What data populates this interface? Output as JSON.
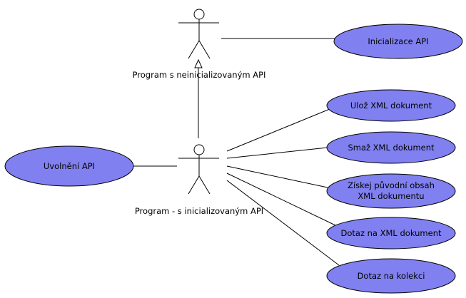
{
  "actors": {
    "uninitialized": {
      "label": "Program s neinicializovaným API"
    },
    "initialized": {
      "label": "Program - s inicializovaným API"
    }
  },
  "use_cases": {
    "init": {
      "lines": [
        "Inicializace API"
      ]
    },
    "release": {
      "lines": [
        "Uvolnění API"
      ]
    },
    "save": {
      "lines": [
        "Ulož XML dokument"
      ]
    },
    "delete": {
      "lines": [
        "Smaž XML dokument"
      ]
    },
    "get_content": {
      "lines": [
        "Získej původní obsah",
        "XML dokumentu"
      ]
    },
    "query_doc": {
      "lines": [
        "Dotaz na XML dokument"
      ]
    },
    "query_coll": {
      "lines": [
        "Dotaz na kolekci"
      ]
    }
  },
  "colors": {
    "usecase_fill": "#8080f0",
    "stroke": "#000000",
    "background": "#ffffff"
  }
}
